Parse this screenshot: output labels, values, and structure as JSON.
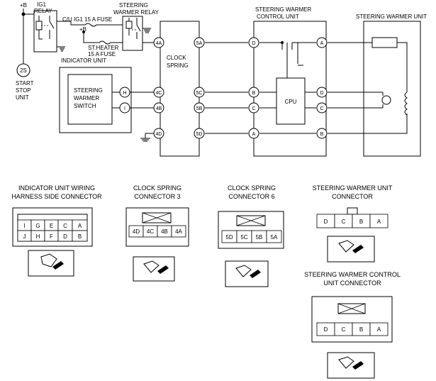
{
  "schematic": {
    "plus_b": "+B",
    "ig1_relay": [
      "IG1",
      "RELAY"
    ],
    "fuse_cu_ig1": "C/U IG1 15 A FUSE",
    "steering_warmer_relay": [
      "STEERING",
      "WARMER RELAY"
    ],
    "fuse_st_heater": [
      "ST.HEATER",
      "15 A FUSE"
    ],
    "terminal_2s": "2S",
    "start_stop_unit": [
      "START",
      "STOP",
      "UNIT"
    ],
    "indicator_unit": "INDICATOR UNIT",
    "steering_warmer_switch": [
      "STEERING",
      "WARMER",
      "SWITCH"
    ],
    "clock_spring": [
      "CLOCK",
      "SPRING"
    ],
    "control_unit_title": [
      "STEERING WARMER",
      "CONTROL UNIT"
    ],
    "cpu": "CPU",
    "steering_warmer_unit": "STEERING WARMER UNIT",
    "pins": {
      "sw_h": "H",
      "sw_i": "I",
      "cs_4a": "4A",
      "cs_4c": "4C",
      "cs_4b": "4B",
      "cs_4d": "4D",
      "cs_5a": "5A",
      "cs_5c": "5C",
      "cs_5b": "5B",
      "cs_5d": "5D",
      "cu_d": "D",
      "cu_b": "B",
      "cu_c": "C",
      "cu_a": "A",
      "cu_out_a": "A",
      "cu_out_d": "D",
      "cu_out_c": "C",
      "cu_out_b": "B"
    }
  },
  "connectors": {
    "indicator": {
      "title": [
        "INDICATOR UNIT WIRING",
        "HARNESS SIDE CONNECTOR"
      ],
      "row1": [
        "I",
        "G",
        "E",
        "C",
        "A"
      ],
      "row2": [
        "J",
        "H",
        "F",
        "D",
        "B"
      ]
    },
    "cs3": {
      "title": [
        "CLOCK SPRING",
        "CONNECTOR 3"
      ],
      "pins": [
        "4D",
        "4C",
        "4B",
        "4A"
      ]
    },
    "cs6": {
      "title": [
        "CLOCK SPRING",
        "CONNECTOR 6"
      ],
      "pins": [
        "5D",
        "5C",
        "5B",
        "5A"
      ]
    },
    "swu": {
      "title": [
        "STEERING WARMER UNIT",
        "CONNECTOR"
      ],
      "pins": [
        "D",
        "C",
        "B",
        "A"
      ]
    },
    "swcu": {
      "title": [
        "STEERING WARMER CONTROL",
        "UNIT CONNECTOR"
      ],
      "pins": [
        "D",
        "C",
        "B",
        "A"
      ]
    }
  }
}
